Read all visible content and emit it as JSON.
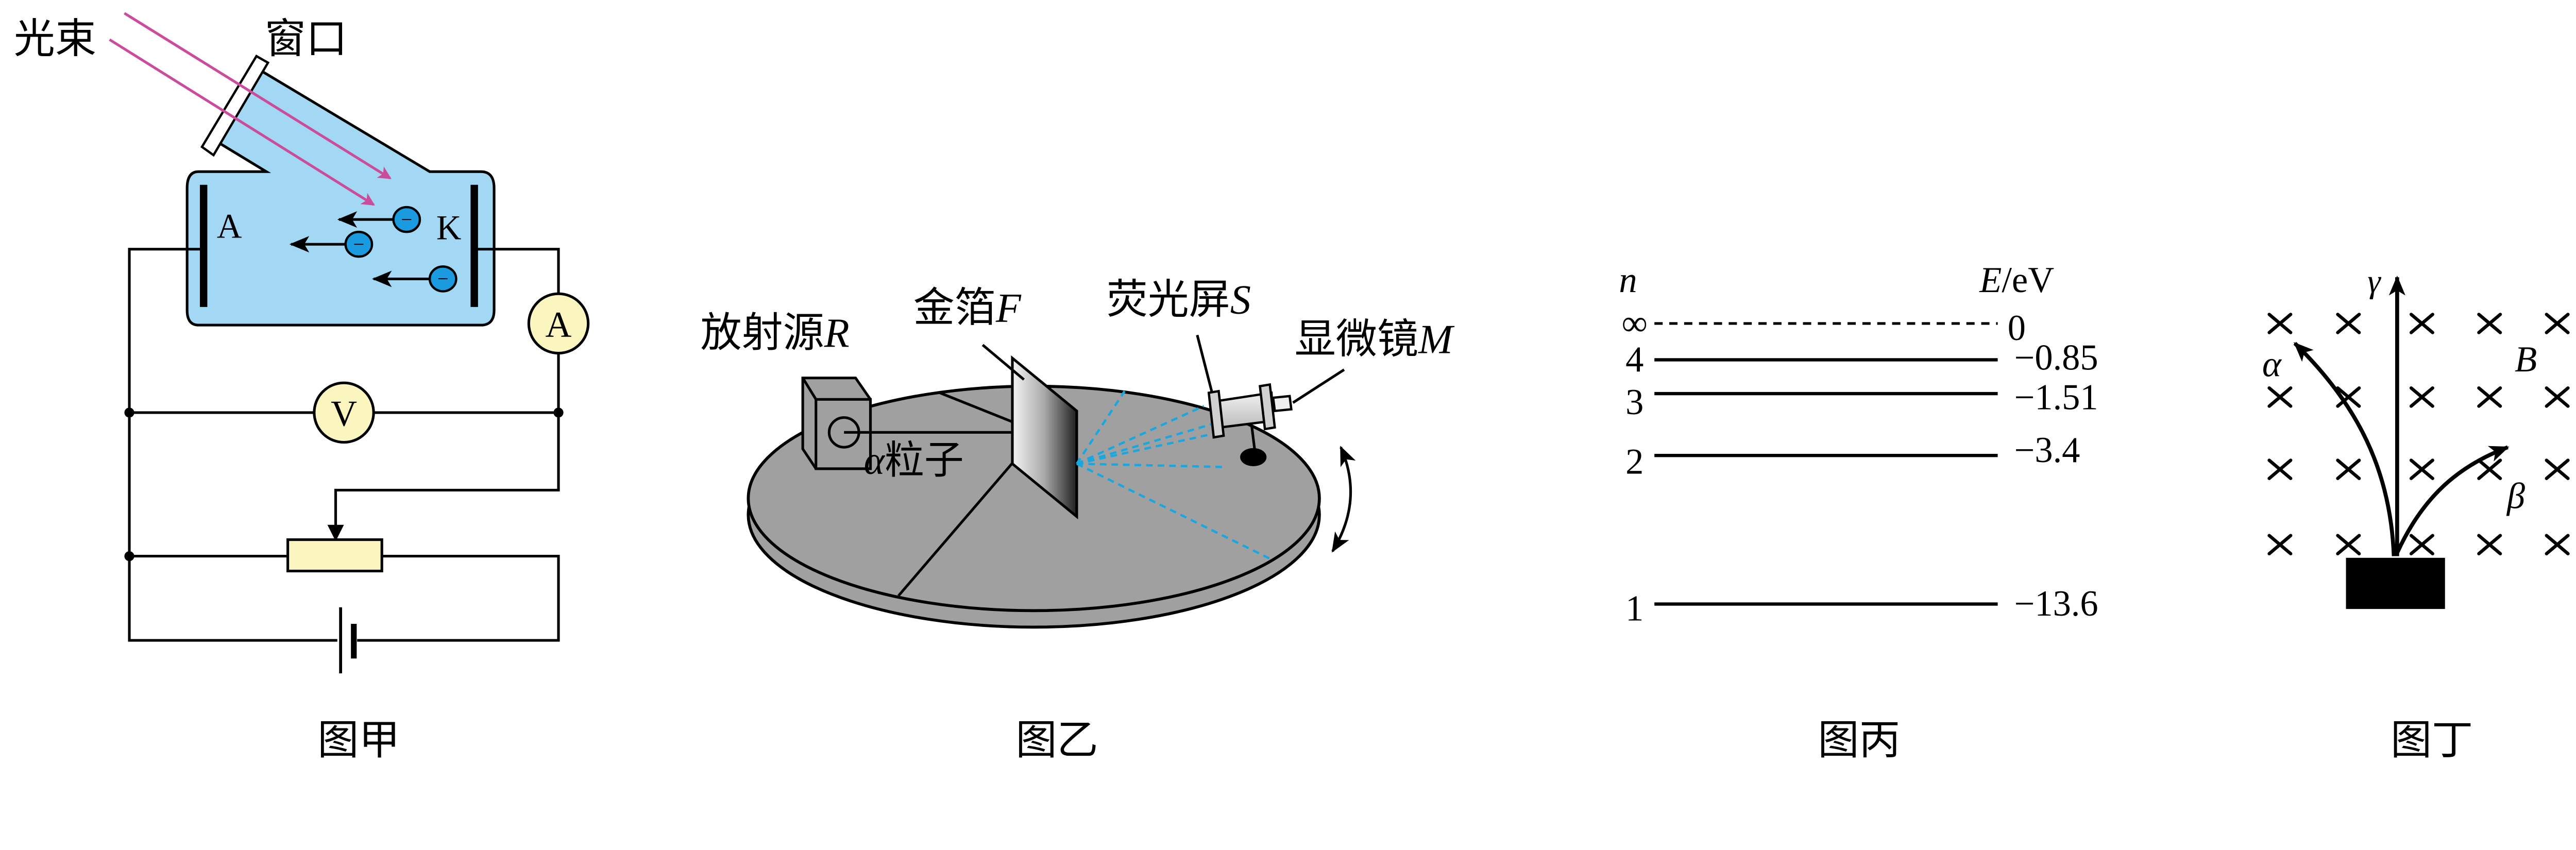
{
  "colors": {
    "tube_fill": "#a3d8f4",
    "beam": "#cc4c9c",
    "electron": "#1a9be0",
    "meter_fill": "#fbf6c0",
    "disc": "#a0a0a0",
    "scatter": "#1aa7e0"
  },
  "fig_jia": {
    "beam_label": "光束",
    "window_label": "窗口",
    "anode_label": "A",
    "cathode_label": "K",
    "ammeter_label": "A",
    "voltmeter_label": "V",
    "electron_sign": "−",
    "caption": "图甲"
  },
  "fig_yi": {
    "source_label": "放射源",
    "source_symbol": "R",
    "foil_label": "金箔",
    "foil_symbol": "F",
    "screen_label": "荧光屏",
    "screen_symbol": "S",
    "microscope_label": "显微镜",
    "microscope_symbol": "M",
    "particle_symbol": "α",
    "particle_label": "粒子",
    "caption": "图乙"
  },
  "fig_bing": {
    "n_header": "n",
    "e_header_symbol": "E",
    "e_header_unit": "/eV",
    "levels": [
      {
        "n": "∞",
        "energy": "0",
        "dashed": true
      },
      {
        "n": "4",
        "energy": "−0.85",
        "dashed": false
      },
      {
        "n": "3",
        "energy": "−1.51",
        "dashed": false
      },
      {
        "n": "2",
        "energy": "−3.4",
        "dashed": false
      },
      {
        "n": "1",
        "energy": "−13.6",
        "dashed": false
      }
    ],
    "caption": "图丙"
  },
  "fig_ding": {
    "gamma_label": "γ",
    "alpha_label": "α",
    "beta_label": "β",
    "field_label": "B",
    "field_mark": "×",
    "caption": "图丁"
  }
}
